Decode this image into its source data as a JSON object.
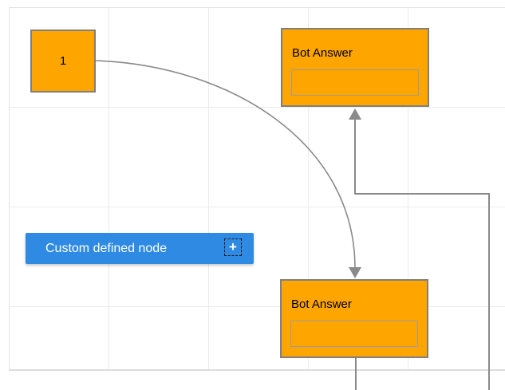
{
  "nodes": {
    "start": {
      "label": "1"
    },
    "bot_answer_top": {
      "title": "Bot Answer"
    },
    "bot_answer_bottom": {
      "title": "Bot Answer"
    },
    "custom": {
      "label": "Custom defined node",
      "add_glyph": "+"
    }
  },
  "connectors": [
    {
      "id": "curve-link",
      "from": "start",
      "to": "bot_answer_bottom",
      "style": "bezier",
      "arrow": "target"
    },
    {
      "id": "ortho-link",
      "from": "bot_answer_bottom",
      "to": "bot_answer_top",
      "style": "orthogonal",
      "arrow": "target"
    }
  ],
  "colors": {
    "node_fill": "#FFA500",
    "node_border": "#7F7F7F",
    "inner_rect_border": "#9C9C9C",
    "custom_node_fill": "#2E8AE2",
    "custom_node_label": "#FFFFFF",
    "node_label": "#000000",
    "connector": "#8A8A8A",
    "grid_line": "#ECECEC",
    "canvas_border": "#E3E3E3"
  }
}
